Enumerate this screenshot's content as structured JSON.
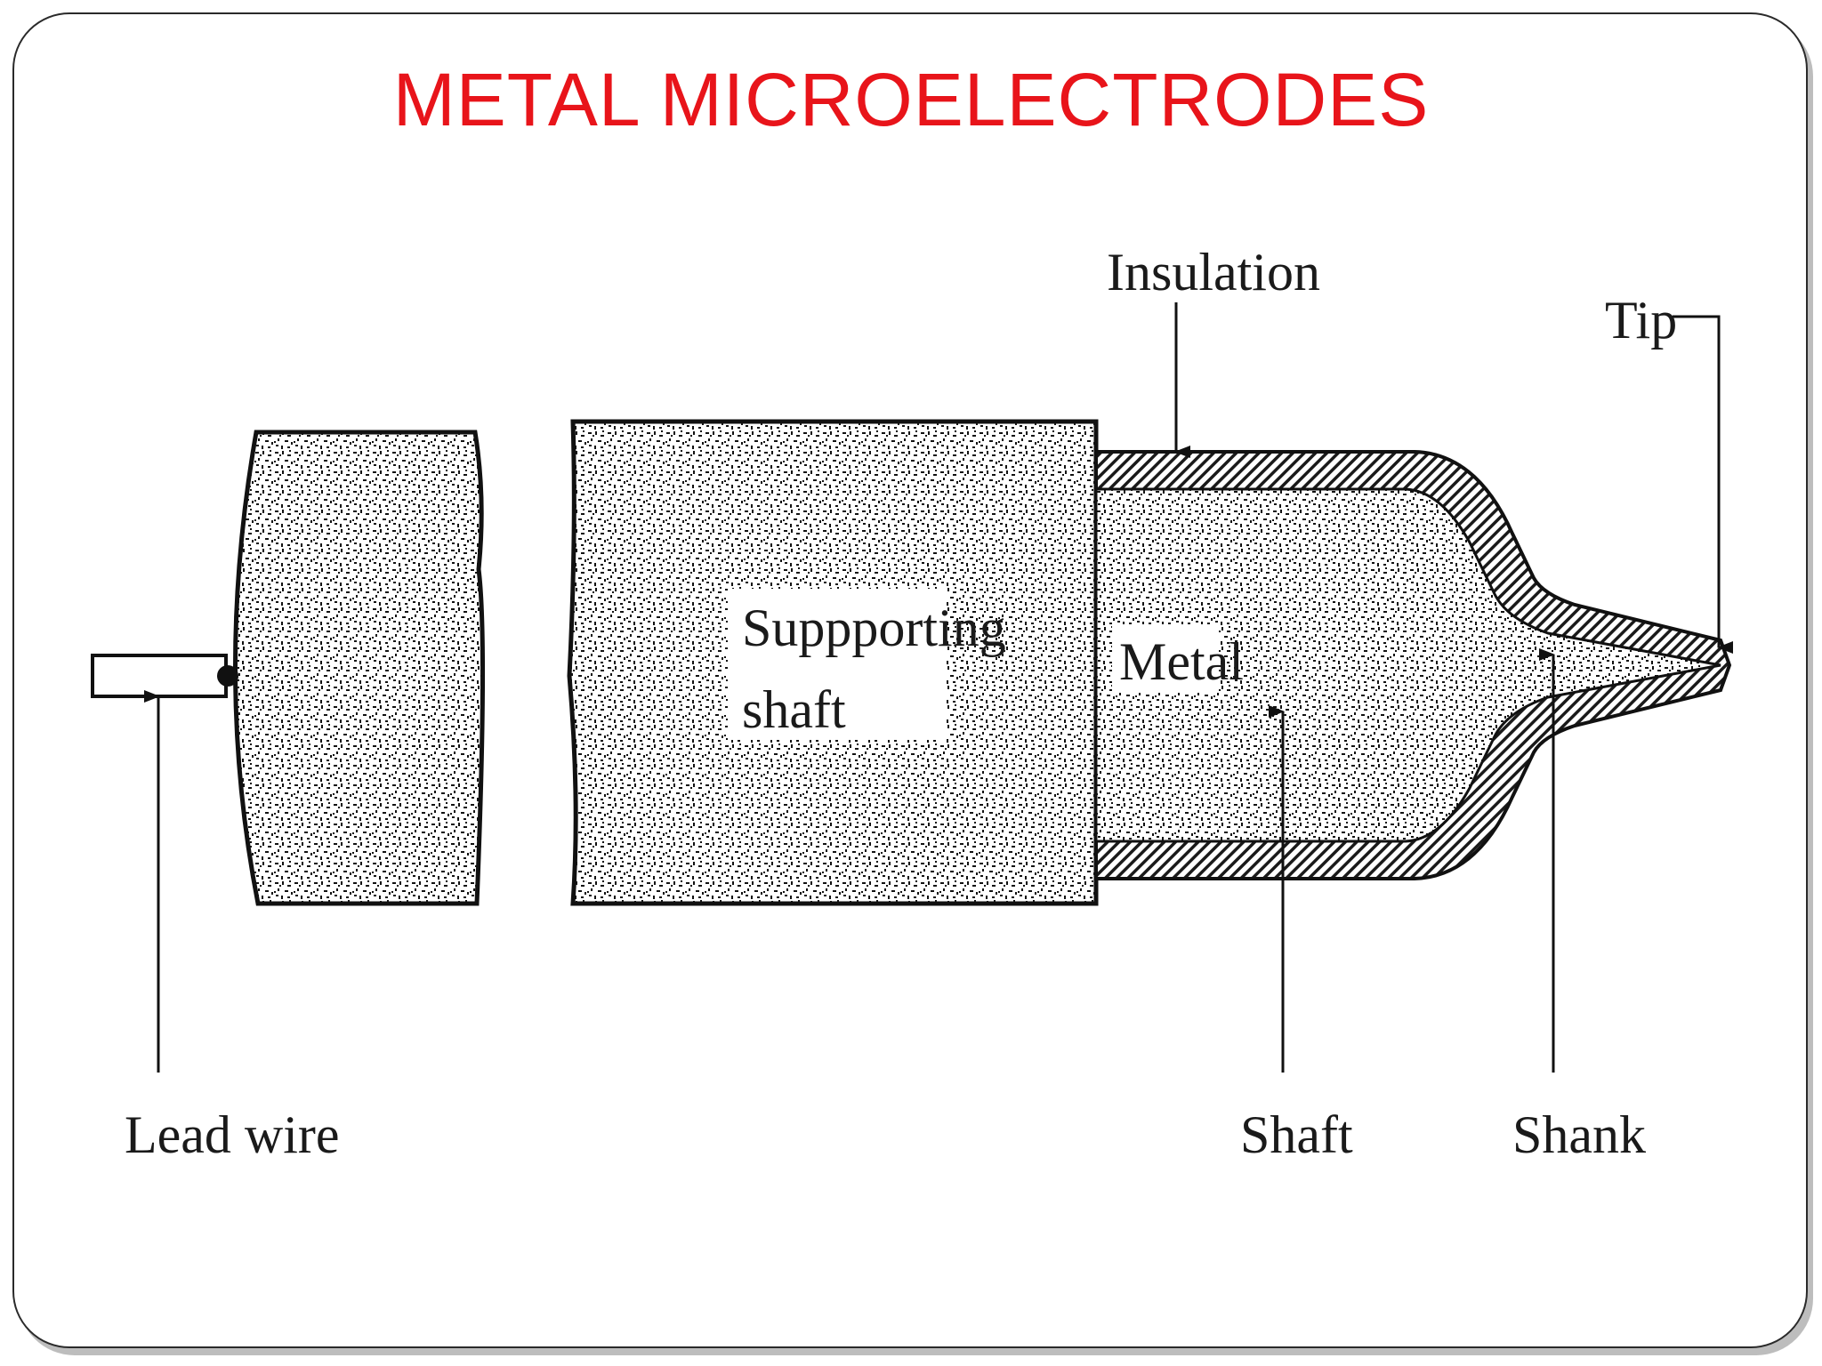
{
  "slide": {
    "title": "METAL MICROELECTRODES",
    "title_color": "#e8141a"
  },
  "diagram": {
    "labels": {
      "insulation": "Insulation",
      "tip": "Tip",
      "supporting_shaft_line1": "Suppporting",
      "supporting_shaft_line2": "shaft",
      "metal": "Metal",
      "lead_wire": "Lead wire",
      "shaft": "Shaft",
      "shank": "Shank"
    }
  }
}
